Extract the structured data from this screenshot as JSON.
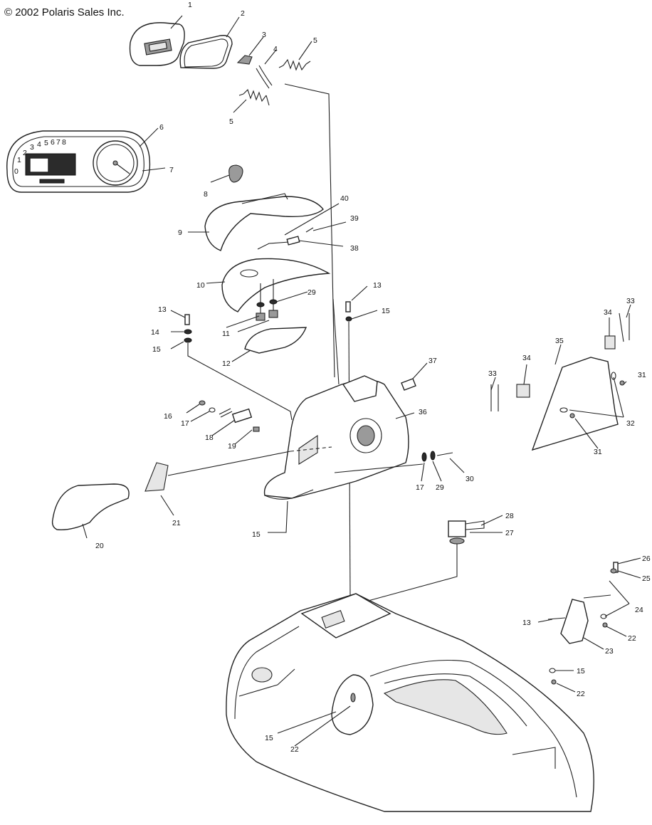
{
  "copyright": "© 2002 Polaris Sales Inc.",
  "callouts": [
    {
      "id": "c1",
      "label": "1"
    },
    {
      "id": "c2",
      "label": "2"
    },
    {
      "id": "c3",
      "label": "3"
    },
    {
      "id": "c4",
      "label": "4"
    },
    {
      "id": "c5a",
      "label": "5"
    },
    {
      "id": "c5b",
      "label": "5"
    },
    {
      "id": "c6",
      "label": "6"
    },
    {
      "id": "c7",
      "label": "7"
    },
    {
      "id": "c8",
      "label": "8"
    },
    {
      "id": "c9",
      "label": "9"
    },
    {
      "id": "c10",
      "label": "10"
    },
    {
      "id": "c11",
      "label": "11"
    },
    {
      "id": "c12",
      "label": "12"
    },
    {
      "id": "c13a",
      "label": "13"
    },
    {
      "id": "c14",
      "label": "14"
    },
    {
      "id": "c15a",
      "label": "15"
    },
    {
      "id": "c13b",
      "label": "13"
    },
    {
      "id": "c15b",
      "label": "15"
    },
    {
      "id": "c16",
      "label": "16"
    },
    {
      "id": "c17a",
      "label": "17"
    },
    {
      "id": "c18",
      "label": "18"
    },
    {
      "id": "c19",
      "label": "19"
    },
    {
      "id": "c20",
      "label": "20"
    },
    {
      "id": "c21",
      "label": "21"
    },
    {
      "id": "c15c",
      "label": "15"
    },
    {
      "id": "c17b",
      "label": "17"
    },
    {
      "id": "c29a",
      "label": "29"
    },
    {
      "id": "c30",
      "label": "30"
    },
    {
      "id": "c28",
      "label": "28"
    },
    {
      "id": "c27",
      "label": "27"
    },
    {
      "id": "c29b",
      "label": "29"
    },
    {
      "id": "c37",
      "label": "37"
    },
    {
      "id": "c36",
      "label": "36"
    },
    {
      "id": "c40",
      "label": "40"
    },
    {
      "id": "c39",
      "label": "39"
    },
    {
      "id": "c38",
      "label": "38"
    },
    {
      "id": "c33a",
      "label": "33"
    },
    {
      "id": "c34a",
      "label": "34"
    },
    {
      "id": "c33b",
      "label": "33"
    },
    {
      "id": "c34b",
      "label": "34"
    },
    {
      "id": "c35",
      "label": "35"
    },
    {
      "id": "c31a",
      "label": "31"
    },
    {
      "id": "c32",
      "label": "32"
    },
    {
      "id": "c31b",
      "label": "31"
    },
    {
      "id": "c26",
      "label": "26"
    },
    {
      "id": "c25",
      "label": "25"
    },
    {
      "id": "c24",
      "label": "24"
    },
    {
      "id": "c13c",
      "label": "13"
    },
    {
      "id": "c22a",
      "label": "22"
    },
    {
      "id": "c23",
      "label": "23"
    },
    {
      "id": "c15d",
      "label": "15"
    },
    {
      "id": "c22b",
      "label": "22"
    },
    {
      "id": "c15e",
      "label": "15"
    },
    {
      "id": "c22c",
      "label": "22"
    }
  ],
  "gauge": {
    "tach_numbers": [
      "1",
      "2",
      "3",
      "4",
      "5",
      "6",
      "7",
      "8"
    ],
    "zero": "0"
  }
}
